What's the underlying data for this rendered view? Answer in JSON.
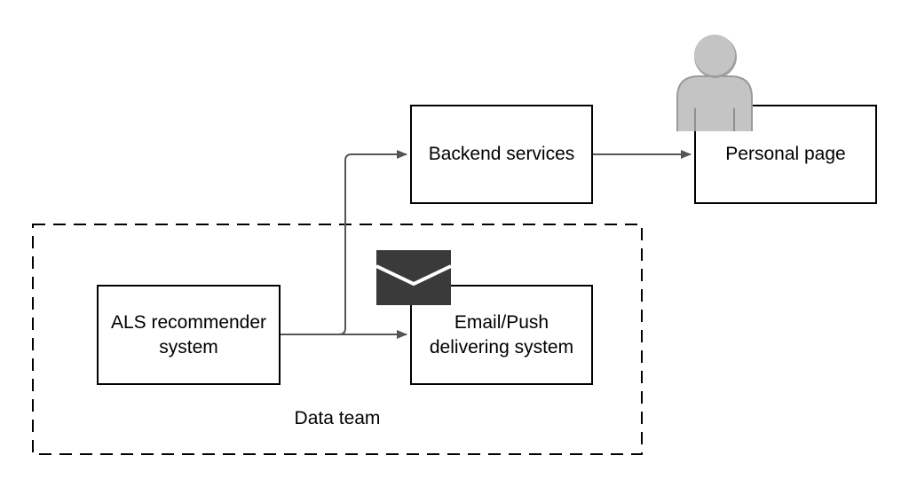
{
  "diagram": {
    "nodes": {
      "backend": {
        "label": "Backend services"
      },
      "personal_page": {
        "label": "Personal page"
      },
      "als": {
        "label": "ALS recommender\nsystem"
      },
      "email_push": {
        "label": "Email/Push\ndelivering system"
      }
    },
    "group": {
      "label": "Data team"
    },
    "icons": {
      "user": "user-icon",
      "mail": "envelope-icon"
    },
    "edges": [
      {
        "from": "als",
        "to": "backend"
      },
      {
        "from": "als",
        "to": "email_push"
      },
      {
        "from": "backend",
        "to": "personal_page"
      }
    ],
    "colors": {
      "edge": "#555555",
      "border": "#000000",
      "icon_gray": "#c4c4c4",
      "icon_dark": "#3a3a3a"
    }
  }
}
